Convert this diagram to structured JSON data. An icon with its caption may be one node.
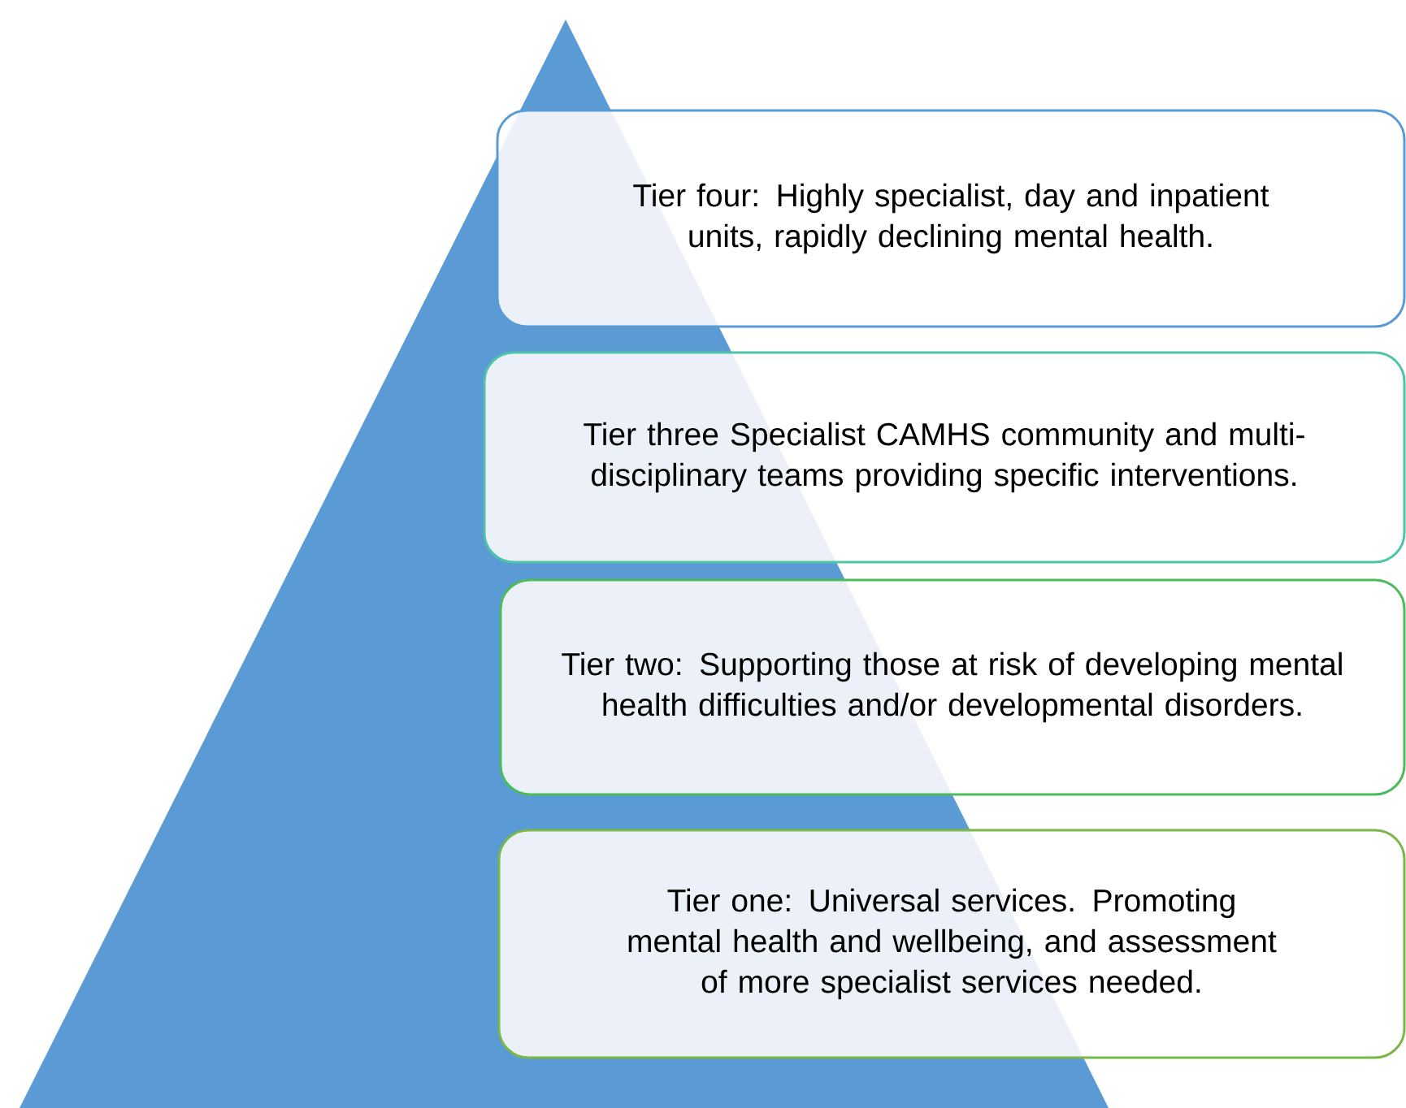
{
  "diagram": {
    "nodes": [
      {
        "text": [
          "Tier four: Highly specialist, day and inpatient units, rapidly declining mental health."
        ]
      },
      {
        "text": [
          "Tier three Specialist CAMHS community and multi-disciplinary teams providing specific interventions."
        ]
      },
      {
        "text": [
          "Tier two: Supporting those at risk of developing mental health difficulties and/or developmental disorders."
        ]
      },
      {
        "text": [
          "Tier one: Universal services. Promoting mental health and wellbeing, and assessment of more specialist services needed."
        ]
      }
    ]
  }
}
